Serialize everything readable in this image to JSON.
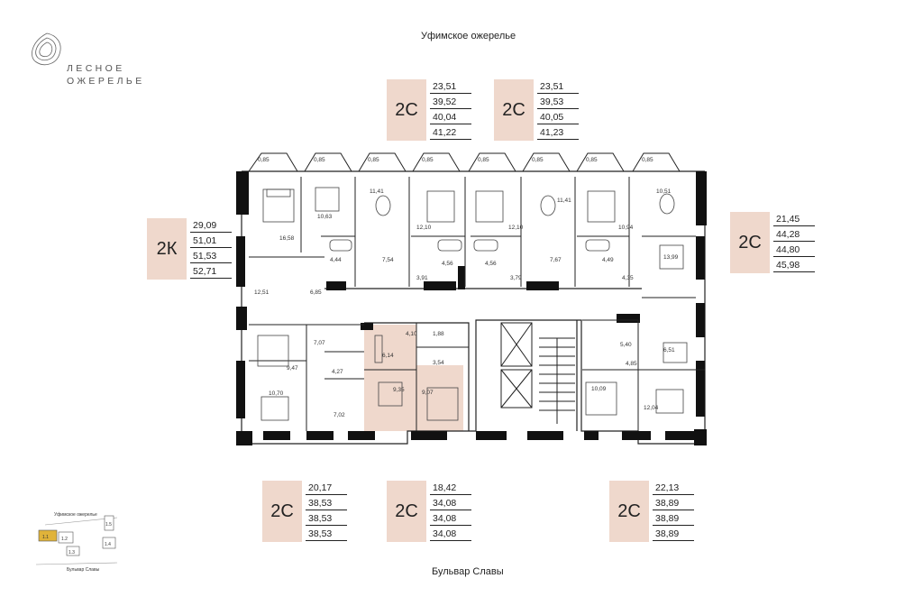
{
  "brand": {
    "line1": "ЛЕСНОЕ",
    "line2": "ОЖЕРЕЛЬЕ"
  },
  "streets": {
    "top": "Уфимское ожерелье",
    "bottom": "Бульвар Славы"
  },
  "cards": [
    {
      "type": "2К",
      "values": [
        "29,09",
        "51,01",
        "51,53",
        "52,71"
      ]
    },
    {
      "type": "2С",
      "values": [
        "23,51",
        "39,52",
        "40,04",
        "41,22"
      ]
    },
    {
      "type": "2С",
      "values": [
        "23,51",
        "39,53",
        "40,05",
        "41,23"
      ]
    },
    {
      "type": "2С",
      "values": [
        "21,45",
        "44,28",
        "44,80",
        "45,98"
      ]
    },
    {
      "type": "2С",
      "values": [
        "20,17",
        "38,53",
        "38,53",
        "38,53"
      ]
    },
    {
      "type": "2С",
      "values": [
        "18,42",
        "34,08",
        "34,08",
        "34,08"
      ]
    },
    {
      "type": "2С",
      "values": [
        "22,13",
        "38,89",
        "38,89",
        "38,89"
      ]
    }
  ],
  "balcony_labels": [
    "0,85",
    "0,85",
    "0,85",
    "0,85",
    "0,85",
    "0,85",
    "0,85",
    "0,85"
  ],
  "room_areas": [
    "16,58",
    "10,63",
    "11,41",
    "12,10",
    "12,10",
    "11,41",
    "10,94",
    "10,51",
    "4,44",
    "7,54",
    "3,91",
    "4,56",
    "4,56",
    "3,79",
    "7,67",
    "4,49",
    "4,35",
    "13,99",
    "12,51",
    "6,85",
    "7,07",
    "9,47",
    "4,27",
    "10,70",
    "7,02",
    "4,10",
    "1,88",
    "6,14",
    "3,54",
    "9,35",
    "9,07",
    "5,40",
    "6,51",
    "4,85",
    "10,09",
    "12,04"
  ],
  "minimap": {
    "street_top": "Уфимское ожерелье",
    "street_bottom": "Бульвар Славы",
    "sections": [
      "1.1",
      "1.2",
      "1.3",
      "1.4",
      "1.5"
    ]
  }
}
